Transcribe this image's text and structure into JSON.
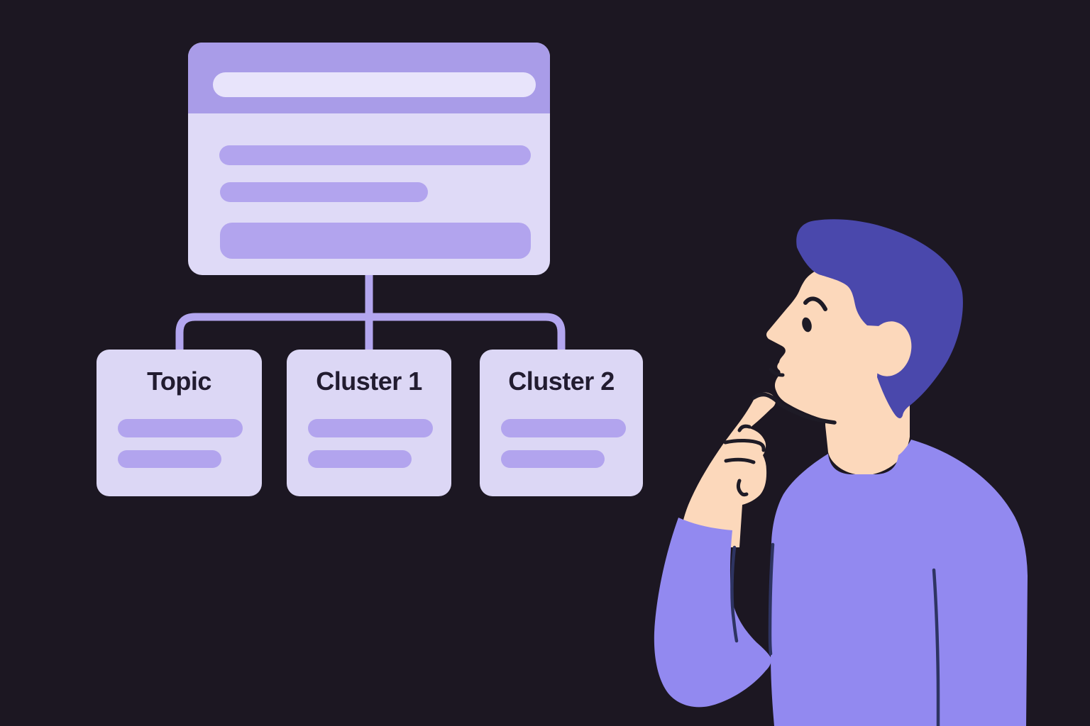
{
  "colors": {
    "background": "#1c1722",
    "card_bg": "#dfdaf7",
    "child_card_bg": "#dcd7f5",
    "card_header": "#a99ce8",
    "header_pill": "#e8e4fb",
    "pill": "#b2a4ee",
    "connector": "#b3a6ef",
    "title_text": "#221c30",
    "hair": "#4a48ac",
    "skin": "#fcd8bb",
    "shirt": "#9289f0",
    "seam": "#2e3462",
    "outline": "#1e1b26"
  },
  "diagram": {
    "child_cards": [
      {
        "label": "Topic"
      },
      {
        "label": "Cluster 1"
      },
      {
        "label": "Cluster 2"
      }
    ]
  }
}
